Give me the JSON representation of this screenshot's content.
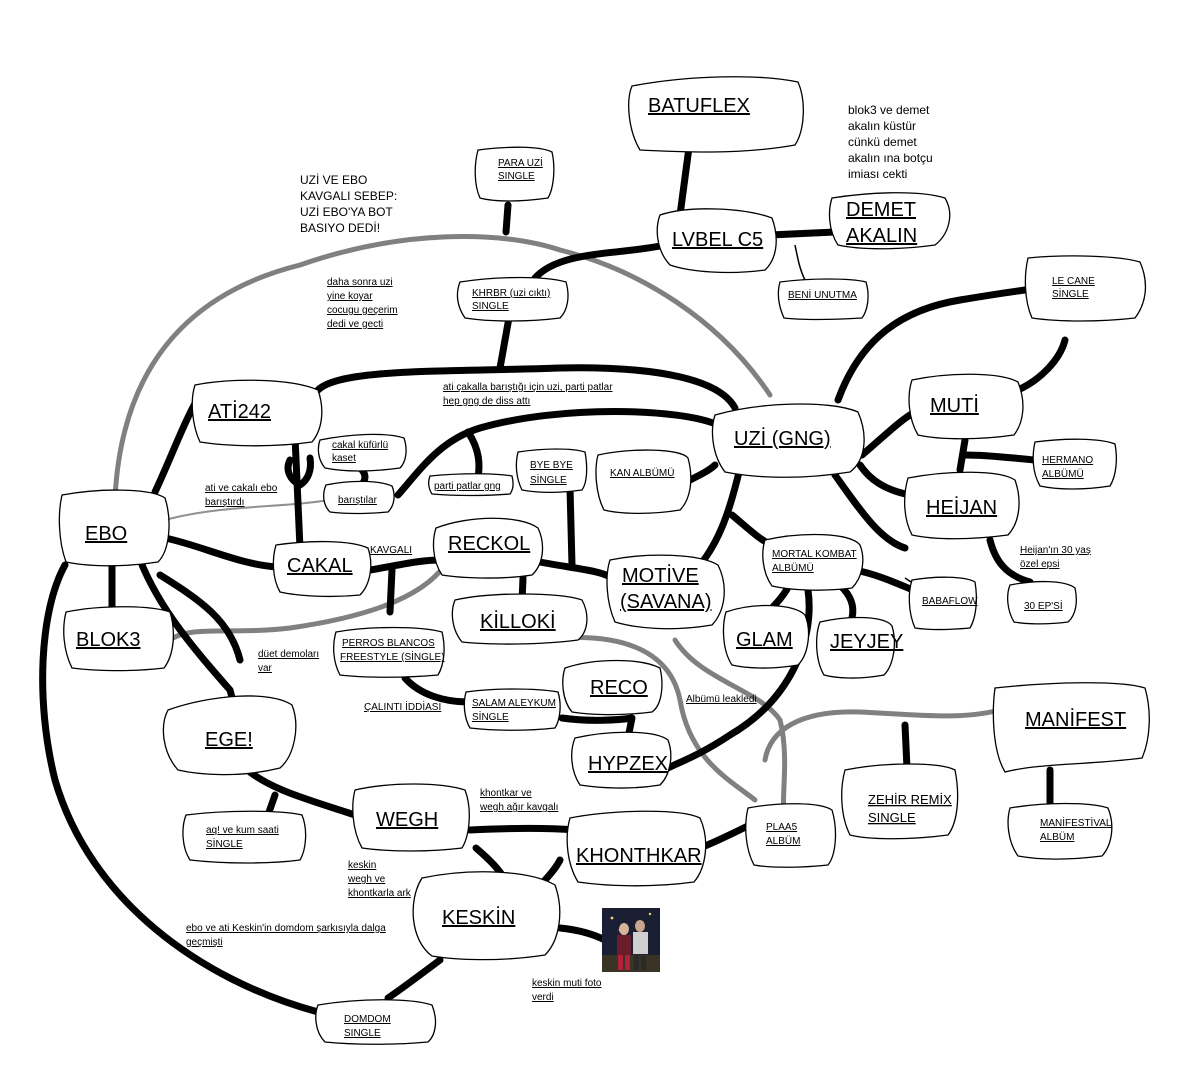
{
  "nodes": {
    "batuflex": "BATUFLEX",
    "para_uzi": [
      "PARA UZİ",
      "SINGLE"
    ],
    "lvbel": "LVBEL C5",
    "demet": [
      "DEMET",
      "AKALIN"
    ],
    "beni_unutma": "BENİ UNUTMA",
    "khrbr": [
      "KHRBR (uzi cıktı)",
      "SINGLE"
    ],
    "le_cane": [
      "LE CANE",
      "SİNGLE"
    ],
    "ati242": "ATİ242",
    "cakal_kufurlu": [
      "cakal küfürlü",
      "kaset"
    ],
    "baristilar": "barıştılar",
    "parti_patlar": "parti patlar gng",
    "bye_bye": [
      "BYE BYE",
      "SİNGLE"
    ],
    "kan_album": "KAN ALBÜMÜ",
    "uzi": "UZİ (GNG)",
    "muti": "MUTİ",
    "hermano": [
      "HERMANO",
      "ALBÜMÜ"
    ],
    "heijan": "HEİJAN",
    "ebo": "EBO",
    "cakal": "CAKAL",
    "reckol": "RECKOL",
    "motive": [
      "MOTİVE",
      "(SAVANA)"
    ],
    "mortal": [
      "MORTAL KOMBAT",
      "ALBÜMÜ"
    ],
    "babaflow": "BABAFLOW",
    "ep30": "30 EP'Sİ",
    "blok3": "BLOK3",
    "killoki": "KİLLOKİ",
    "glam": "GLAM",
    "jeyjey": "JEYJEY",
    "perros": [
      "PERROS BLANCOS",
      "FREESTYLE (SİNGLE)"
    ],
    "reco": "RECO",
    "salam": [
      "SALAM ALEYKUM",
      "SİNGLE"
    ],
    "manifest": "MANİFEST",
    "ege": "EGE!",
    "hypzex": "HYPZEX",
    "zehir": [
      "ZEHİR REMİX",
      "SINGLE"
    ],
    "wegh": "WEGH",
    "aq_kum": [
      "aq! ve kum saati",
      "SİNGLE"
    ],
    "plaas": [
      "PLAA5",
      "ALBÜM"
    ],
    "khonthkar": "KHONTHKAR",
    "manifestival": [
      "MANİFESTİVAL",
      "ALBÜM"
    ],
    "keskin": "KESKİN",
    "domdom": [
      "DOMDOM",
      "SINGLE"
    ]
  },
  "notes": {
    "uzi_ebo": [
      "UZİ VE EBO",
      "KAVGALI SEBEP:",
      "UZİ EBO'YA BOT",
      "BASIYO DEDİ!"
    ],
    "blok3_demet": [
      "blok3 ve demet",
      "akalın küstür",
      "cünkü demet",
      "akalın ına botçu",
      "imiası cekti"
    ],
    "sonra_uzi": [
      "daha sonra uzi",
      "yine koyar",
      "cocugu geçerim",
      "dedi ve gecti"
    ],
    "ati_cakal_uzi": [
      "ati çakalla barıştığı için uzi, parti patlar",
      "hep gng de diss attı"
    ],
    "ati_cakal_baris": [
      "ati ve cakalı ebo",
      "barıştırdı"
    ],
    "kavgali": "KAVGALI",
    "heijan_30": [
      "Heijan'ın 30 yaş",
      "özel epsi"
    ],
    "duet": [
      "düet demoları",
      "var"
    ],
    "calinti": "ÇALINTI İDDİASI",
    "album_leak": "Albümü leakledi",
    "khontkar_wegh": [
      "khontkar ve",
      "wegh ağır kavgalı"
    ],
    "keskin_wegh": [
      "keskin",
      "wegh ve",
      "khontkarla ark"
    ],
    "ebo_ati_keskin": [
      "ebo ve ati Keskin'in domdom şarkısıyla dalga",
      "geçmişti"
    ],
    "keskin_muti": [
      "keskin muti foto",
      "verdi"
    ]
  },
  "photo": {
    "name": "keskin-muti-photo"
  }
}
